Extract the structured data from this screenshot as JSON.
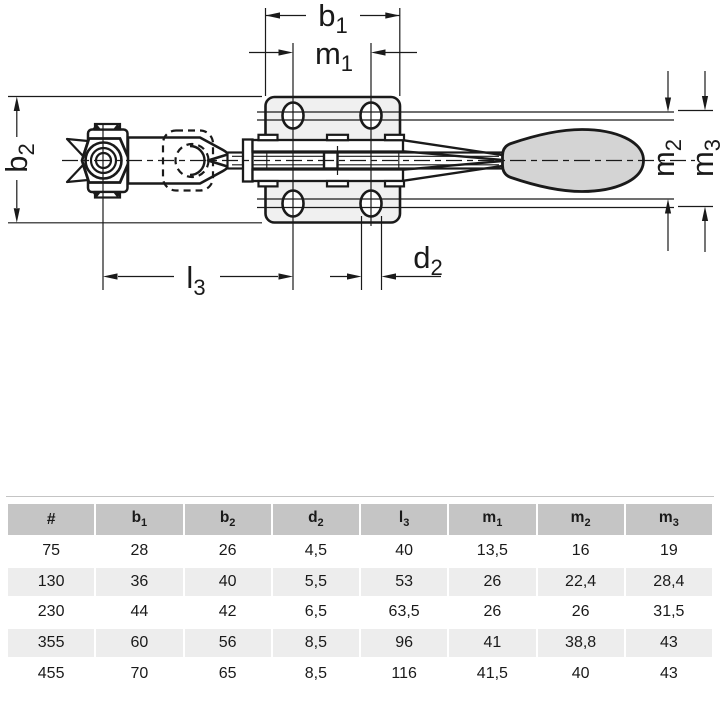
{
  "colors": {
    "line_color": "#1a1a1a",
    "part_fill": "#f0f0f0",
    "handle_fill": "#d4d4d4",
    "header_bg": "#c5c5c5",
    "row_alt_bg": "#ededed",
    "topline_color": "#c4c4c4",
    "text_color": "#1a1a1a"
  },
  "diagram": {
    "dims": {
      "b1": {
        "base": "b",
        "sub": "1"
      },
      "m1": {
        "base": "m",
        "sub": "1"
      },
      "b2": {
        "base": "b",
        "sub": "2"
      },
      "m2": {
        "base": "m",
        "sub": "2"
      },
      "m3": {
        "base": "m",
        "sub": "3"
      },
      "l3": {
        "base": "l",
        "sub": "3"
      },
      "d2": {
        "base": "d",
        "sub": "2"
      }
    }
  },
  "table": {
    "headers": [
      {
        "base": "#",
        "sub": ""
      },
      {
        "base": "b",
        "sub": "1"
      },
      {
        "base": "b",
        "sub": "2"
      },
      {
        "base": "d",
        "sub": "2"
      },
      {
        "base": "l",
        "sub": "3"
      },
      {
        "base": "m",
        "sub": "1"
      },
      {
        "base": "m",
        "sub": "2"
      },
      {
        "base": "m",
        "sub": "3"
      }
    ],
    "rows": [
      [
        "75",
        "28",
        "26",
        "4,5",
        "40",
        "13,5",
        "16",
        "19"
      ],
      [
        "130",
        "36",
        "40",
        "5,5",
        "53",
        "26",
        "22,4",
        "28,4"
      ],
      [
        "230",
        "44",
        "42",
        "6,5",
        "63,5",
        "26",
        "26",
        "31,5"
      ],
      [
        "355",
        "60",
        "56",
        "8,5",
        "96",
        "41",
        "38,8",
        "43"
      ],
      [
        "455",
        "70",
        "65",
        "8,5",
        "116",
        "41,5",
        "40",
        "43"
      ]
    ]
  }
}
